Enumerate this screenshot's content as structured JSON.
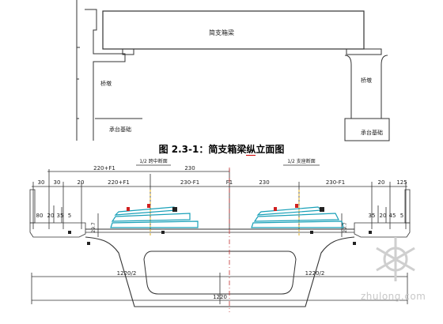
{
  "elevation": {
    "beam_label": "简支箱梁",
    "left_column_label": "桥墩",
    "right_column_label": "桥墩",
    "left_foundation_label": "承台基础",
    "right_foundation_label": "承台基础"
  },
  "caption": {
    "prefix": "图 2.3-1：",
    "text_before": "简支箱梁",
    "text_underlined": "纵",
    "text_after": "立面图"
  },
  "section": {
    "left_half_label": "1/2 跨中断面",
    "right_half_label": "1/2 支座断面",
    "top_dims": [
      "220+F1",
      "230"
    ],
    "row_dims": [
      "30",
      "30",
      "20",
      "220+F1",
      "230-F1",
      "F1",
      "230",
      "230-F1",
      "20",
      "125"
    ],
    "left_side_dims": [
      "80",
      "20",
      "35",
      "5"
    ],
    "right_side_dims": [
      "35",
      "20",
      "45",
      "5"
    ],
    "left_vertical_dim": "29.7",
    "right_vertical_dim": "29.7",
    "half_width_left": "1220/2",
    "half_width_right": "1220/2",
    "total_width": "1220"
  },
  "watermark": {
    "text": "zhulong.com"
  }
}
